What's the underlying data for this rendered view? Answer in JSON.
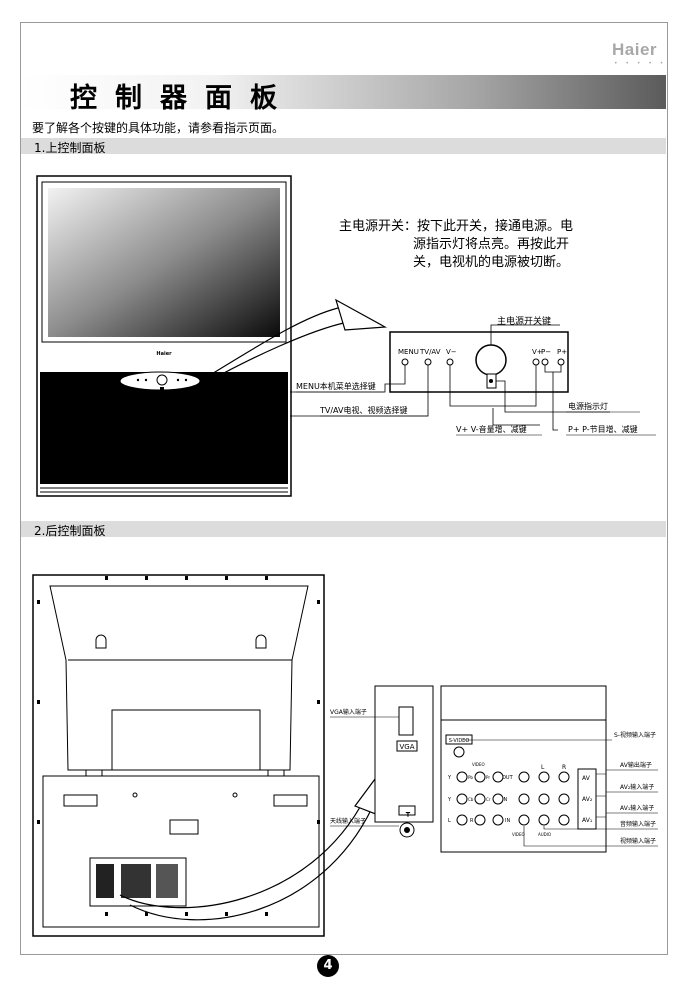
{
  "brand": {
    "name": "Haier",
    "dots": "• • • • •"
  },
  "title": "控制器面板",
  "intro": "要了解各个按键的具体功能，请参看指示页面。",
  "section1": {
    "heading": "1.上控制面板",
    "tv_logo": "Haier",
    "desc_lines": [
      "主电源开关：按下此开关，接通电源。电",
      "源指示灯将点亮。再按此开",
      "关，电视机的电源被切断。"
    ],
    "buttons": {
      "menu": "MENU",
      "tvav": "TV/AV",
      "vminus": "V−",
      "vplus": "V+",
      "pminus": "P−",
      "pplus": "P+"
    },
    "labels": {
      "power_key": "主电源开关键",
      "menu_key": "MENU本机菜单选择键",
      "indicator": "电源指示灯",
      "tvav_key": "TV/AV电视、视频选择键",
      "volume_key": "V+ V-音量增、减键",
      "program_key": "P+ P-节目增、减键"
    }
  },
  "section2": {
    "heading": "2.后控制面板",
    "vga_input": "VGA输入端子",
    "vga": "VGA",
    "antenna_input": "天线输入端子",
    "svideo": "S-VIDEO",
    "video": "VIDEO",
    "out": "OUT",
    "in": "IN",
    "audio": "AUDIO",
    "l": "L",
    "r": "R",
    "y": "Y",
    "pb": "Pb",
    "pr": "Pr",
    "cb": "Cb",
    "cr": "Cr",
    "av": "AV",
    "av2": "AV₂",
    "av1": "AV₁",
    "labels": {
      "svideo_in": "S-视频输入端子",
      "av_out": "AV输出端子",
      "av2_in": "AV₂输入端子",
      "av1_in": "AV₁输入端子",
      "audio_in": "音频输入端子",
      "video_in": "视频输入端子"
    }
  },
  "page_number": "4"
}
